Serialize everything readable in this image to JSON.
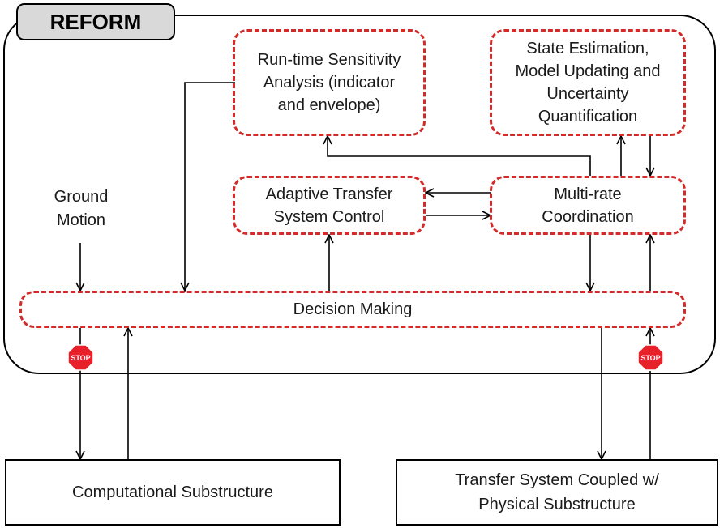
{
  "frame_title": "REFORM",
  "modules": {
    "sensitivity": "Run-time Sensitivity\nAnalysis (indicator\nand envelope)",
    "state_estimation": "State Estimation,\nModel Updating and\nUncertainty\nQuantification",
    "adaptive_control": "Adaptive Transfer\nSystem Control",
    "multirate": "Multi-rate\nCoordination",
    "decision": "Decision Making"
  },
  "input_label": "Ground\nMotion",
  "stop_sign_text": "STOP",
  "substructures": {
    "computational": "Computational Substructure",
    "physical": "Transfer System Coupled w/\nPhysical Substructure"
  },
  "colors": {
    "module_border": "#d42a2a",
    "stop_sign": "#e8202a",
    "tab_fill": "#d9d9d9"
  }
}
